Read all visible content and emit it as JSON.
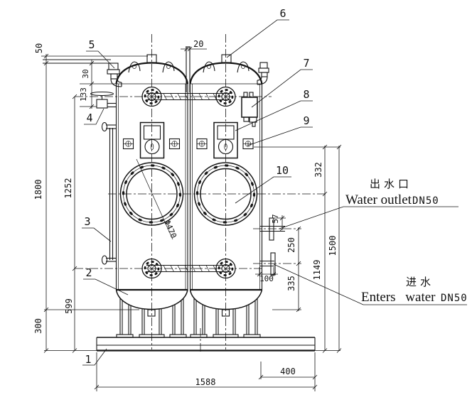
{
  "drawing": {
    "background": "#ffffff",
    "line_color": "#141414",
    "part_labels": [
      {
        "id": "1"
      },
      {
        "id": "2"
      },
      {
        "id": "3"
      },
      {
        "id": "4"
      },
      {
        "id": "5"
      },
      {
        "id": "6"
      },
      {
        "id": "7"
      },
      {
        "id": "8"
      },
      {
        "id": "9"
      },
      {
        "id": "10"
      }
    ],
    "dimensions": {
      "pipe_height": "50",
      "overall_height": "1800",
      "flange_span": "1252",
      "bottom_height": "599",
      "base_height": "300",
      "top_offset": "30",
      "valve_offset": "133",
      "gap_pipe": "20",
      "panel_to_manhole": "332",
      "outlet_offset": "57",
      "outlet_to_inlet": "250",
      "inlet_length": "100",
      "inlet_height": "335",
      "manhole_height": "1149",
      "right_height": "1500",
      "base_right": "400",
      "base_width": "1588",
      "manhole_diameter": "Φ470"
    },
    "annotations": {
      "outlet_cn": "出水口",
      "outlet_en": "Water outlet",
      "outlet_dn": "DN50",
      "inlet_cn": "进水",
      "inlet_en": "Enters water",
      "inlet_dn": "DN50"
    }
  }
}
